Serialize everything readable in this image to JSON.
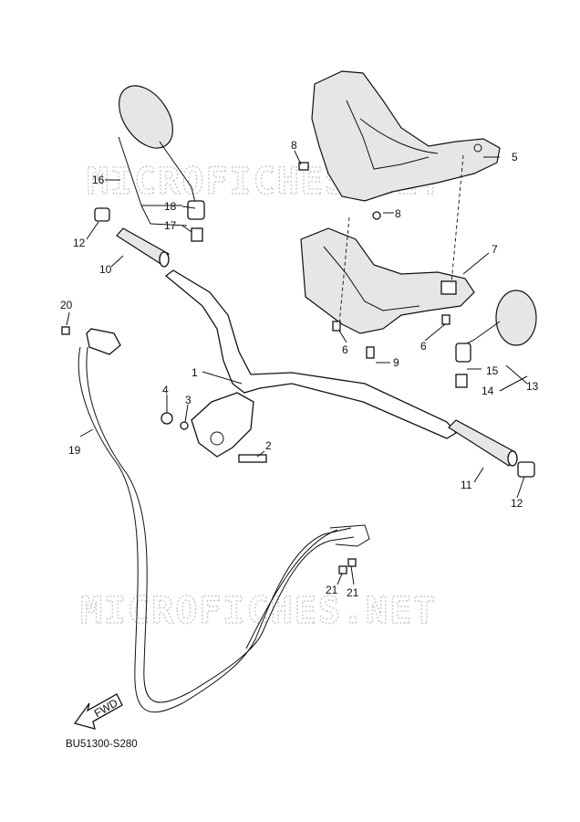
{
  "watermark": "MICROFICHES.NET",
  "diagram_code": "BU51300-S280",
  "direction_label": "FWD",
  "callouts": [
    "1",
    "2",
    "3",
    "4",
    "5",
    "6",
    "6",
    "7",
    "8",
    "8",
    "9",
    "10",
    "11",
    "12",
    "12",
    "13",
    "14",
    "15",
    "16",
    "17",
    "18",
    "19",
    "20",
    "21",
    "21"
  ]
}
